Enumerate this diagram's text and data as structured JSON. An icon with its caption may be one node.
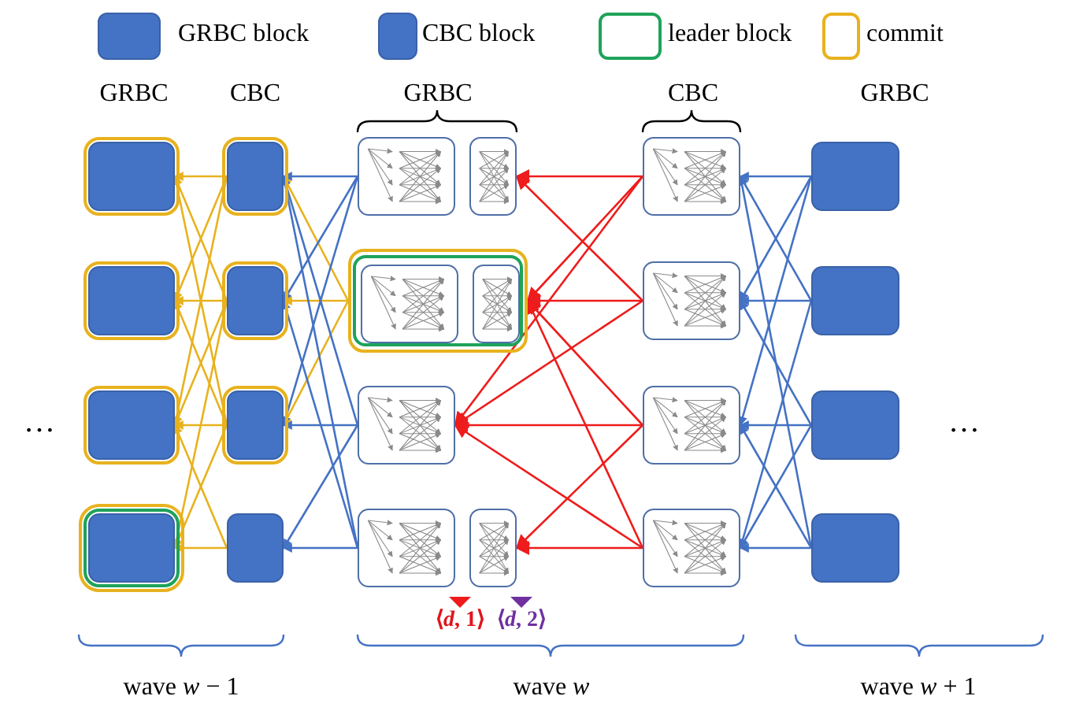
{
  "diagram": {
    "nodes": [
      {
        "text": [],
        "shape": "box"
      },
      {
        "text": [],
        "shape": "box"
      },
      {
        "text": [],
        "shape": "box"
      },
      {
        "text": [],
        "shape": "box"
      },
      {
        "text": [],
        "shape": "box"
      },
      {
        "text": [],
        "shape": "box"
      },
      {
        "text": [],
        "shape": "box"
      },
      {
        "text": [],
        "shape": "box"
      },
      {
        "text": [],
        "shape": "box"
      },
      {
        "text": [],
        "shape": "box"
      },
      {
        "text": [],
        "shape": "box"
      },
      {
        "text": [],
        "shape": "box",
        "in": 10
      },
      {
        "text": [],
        "shape": "box",
        "in": 10
      },
      {
        "text": [],
        "shape": "box"
      },
      {
        "text": [],
        "shape": "box"
      },
      {
        "text": [],
        "shape": "box"
      },
      {
        "text": [],
        "shape": "box"
      },
      {
        "text": [],
        "shape": "box"
      },
      {
        "text": [],
        "shape": "box"
      },
      {
        "text": [],
        "shape": "box"
      },
      {
        "text": [],
        "shape": "box"
      },
      {
        "text": [],
        "shape": "box"
      },
      {
        "text": [],
        "shape": "box"
      },
      {
        "text": [],
        "shape": "box"
      }
    ],
    "edges": [
      {
        "from": 4,
        "to": 0,
        "arrow": "to",
        "color": "#e8b21e"
      },
      {
        "from": 4,
        "to": 1,
        "arrow": "to",
        "color": "#e8b21e"
      },
      {
        "from": 4,
        "to": 2,
        "arrow": "to",
        "color": "#e8b21e"
      },
      {
        "from": 5,
        "to": 0,
        "arrow": "to",
        "color": "#e8b21e"
      },
      {
        "from": 5,
        "to": 1,
        "arrow": "to",
        "color": "#e8b21e"
      },
      {
        "from": 5,
        "to": 2,
        "arrow": "to",
        "color": "#e8b21e"
      },
      {
        "from": 5,
        "to": 3,
        "arrow": "to",
        "color": "#e8b21e"
      },
      {
        "from": 6,
        "to": 0,
        "arrow": "to",
        "color": "#e8b21e"
      },
      {
        "from": 6,
        "to": 1,
        "arrow": "to",
        "color": "#e8b21e"
      },
      {
        "from": 6,
        "to": 2,
        "arrow": "to",
        "color": "#e8b21e"
      },
      {
        "from": 6,
        "to": 3,
        "arrow": "to",
        "color": "#e8b21e"
      },
      {
        "from": 7,
        "to": 3,
        "arrow": "to",
        "color": "#e8b21e"
      },
      {
        "from": 7,
        "to": 2,
        "arrow": "to",
        "color": "#e8b21e"
      },
      {
        "from": 10,
        "to": 4,
        "arrow": "to",
        "color": "#e8b21e"
      },
      {
        "from": 10,
        "to": 5,
        "arrow": "to",
        "color": "#e8b21e"
      },
      {
        "from": 10,
        "to": 6,
        "arrow": "to",
        "color": "#e8b21e"
      },
      {
        "from": 8,
        "to": 4,
        "arrow": "to"
      },
      {
        "from": 8,
        "to": 5,
        "arrow": "to"
      },
      {
        "from": 8,
        "to": 6,
        "arrow": "to"
      },
      {
        "from": 13,
        "to": 4,
        "arrow": "to"
      },
      {
        "from": 13,
        "to": 6,
        "arrow": "to"
      },
      {
        "from": 13,
        "to": 7,
        "arrow": "to"
      },
      {
        "from": 14,
        "to": 4,
        "arrow": "to"
      },
      {
        "from": 14,
        "to": 5,
        "arrow": "to"
      },
      {
        "from": 14,
        "to": 7,
        "arrow": "to"
      },
      {
        "from": 16,
        "to": 9,
        "arrow": "to",
        "color": "#ee1c1c"
      },
      {
        "from": 16,
        "to": 10,
        "arrow": "to",
        "color": "#ee1c1c"
      },
      {
        "from": 16,
        "to": 13,
        "arrow": "to",
        "color": "#ee1c1c"
      },
      {
        "from": 17,
        "to": 9,
        "arrow": "to",
        "color": "#ee1c1c"
      },
      {
        "from": 17,
        "to": 10,
        "arrow": "to",
        "color": "#ee1c1c"
      },
      {
        "from": 17,
        "to": 13,
        "arrow": "to",
        "color": "#ee1c1c"
      },
      {
        "from": 18,
        "to": 13,
        "arrow": "to",
        "color": "#ee1c1c"
      },
      {
        "from": 18,
        "to": 10,
        "arrow": "to",
        "color": "#ee1c1c"
      },
      {
        "from": 18,
        "to": 15,
        "arrow": "to",
        "color": "#ee1c1c"
      },
      {
        "from": 19,
        "to": 15,
        "arrow": "to",
        "color": "#ee1c1c"
      },
      {
        "from": 19,
        "to": 13,
        "arrow": "to",
        "color": "#ee1c1c"
      },
      {
        "from": 19,
        "to": 10,
        "arrow": "to",
        "color": "#ee1c1c"
      },
      {
        "from": 20,
        "to": 16,
        "arrow": "to"
      },
      {
        "from": 20,
        "to": 17,
        "arrow": "to"
      },
      {
        "from": 20,
        "to": 18,
        "arrow": "to"
      },
      {
        "from": 21,
        "to": 16,
        "arrow": "to"
      },
      {
        "from": 21,
        "to": 17,
        "arrow": "to"
      },
      {
        "from": 21,
        "to": 19,
        "arrow": "to"
      },
      {
        "from": 22,
        "to": 17,
        "arrow": "to"
      },
      {
        "from": 22,
        "to": 18,
        "arrow": "to"
      },
      {
        "from": 22,
        "to": 19,
        "arrow": "to"
      },
      {
        "from": 23,
        "to": 16,
        "arrow": "to"
      },
      {
        "from": 23,
        "to": 18,
        "arrow": "to"
      },
      {
        "from": 23,
        "to": 19,
        "arrow": "to"
      }
    ],
    "labels": [
      "GRBC",
      "CBC",
      "GRBC",
      "CBC",
      "GRBC",
      "…",
      "…",
      "⟨*d*, 1⟩",
      "⟨*d*, 2⟩",
      "wave *w* − 1",
      "wave *w*",
      "wave *w* + 1"
    ],
    "legend": [
      {
        "text": "GRBC block",
        "color": "#4472c4"
      },
      {
        "text": "CBC block",
        "color": "#4472c4"
      },
      {
        "text": "leader block"
      },
      {
        "text": "commit"
      }
    ]
  }
}
